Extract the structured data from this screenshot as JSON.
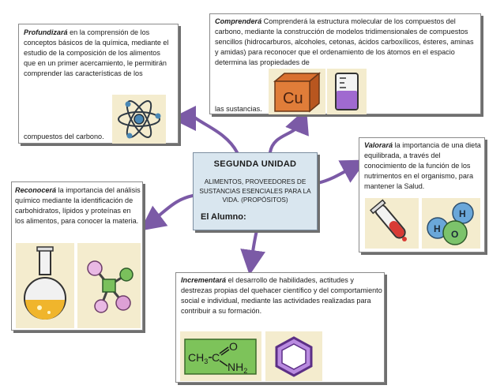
{
  "center": {
    "title": "SEGUNDA UNIDAD",
    "subtitle": "ALIMENTOS, PROVEEDORES DE SUSTANCIAS ESENCIALES PARA LA VIDA.   (PROPÓSITOS)",
    "footer": "El Alumno:"
  },
  "profundizara": {
    "lead": "Profundizará",
    "text": " en la comprensión de los conceptos básicos de la química, mediante el estudio de la composición de los alimentos que en un primer acercamiento, le permitirán comprender las características de los",
    "tail": "compuestos del carbono.",
    "image": "atom-icon"
  },
  "comprendera": {
    "lead": "Comprenderá",
    "text": " Comprenderá la estructura molecular de los compuestos del carbono, mediante la construcción de modelos tridimensionales de compuestos sencillos (hidrocarburos, alcoholes, cetonas, ácidos carboxílicos, ésteres, aminas y amidas) para reconocer que el ordenamiento de los átomos en el espacio determina las propiedades de",
    "tail": "las sustancias.",
    "element_symbol": "Cu"
  },
  "valorara": {
    "lead": "Valorará",
    "text": " la importancia de una dieta equilibrada, a través del conocimiento de la función de los nutrimentos en el organismo, para mantener la  Salud.",
    "molecule_labels": [
      "H",
      "H",
      "O"
    ]
  },
  "reconocera": {
    "lead": "Reconocerá",
    "text": " la importancia del análisis químico mediante la identificación de carbohidratos, lípidos y proteínas en los alimentos, para conocer la materia."
  },
  "incrementara": {
    "lead": "Incrementará",
    "text": " el desarrollo de habilidades, actitudes y destrezas propias del quehacer científico y del comportamiento social e individual, mediante las actividades realizadas para contribuir a su formación.",
    "formula": {
      "c1": "CH",
      "s1": "3",
      "c2": "C",
      "o": "O",
      "n": "NH",
      "s2": "2"
    }
  },
  "colors": {
    "arrow": "#7b5aa6",
    "center_fill": "#d9e6ef",
    "picture_bg": "#f4ecce"
  }
}
